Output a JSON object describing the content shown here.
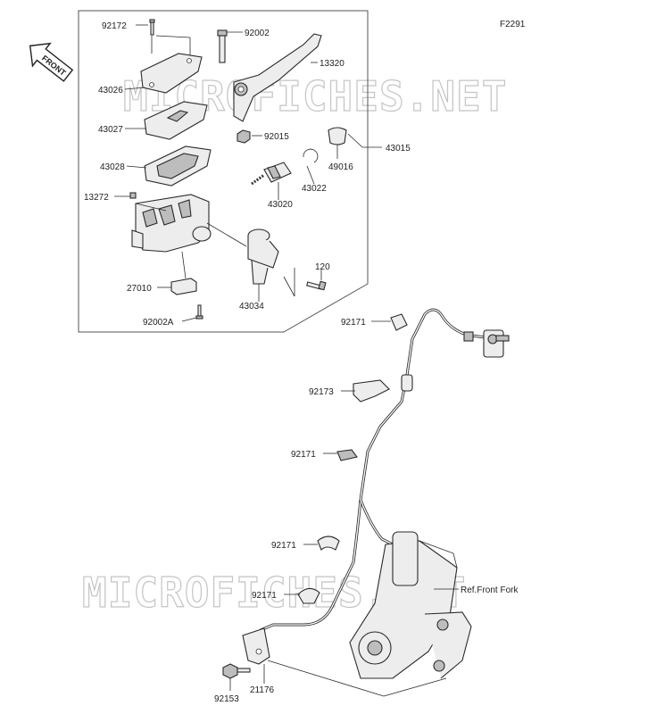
{
  "diagram_id": "F2291",
  "watermark": "MICROFICHES.NET",
  "front_badge": "FRONT",
  "labels": {
    "p92172": "92172",
    "p43026": "43026",
    "p43027": "43027",
    "p43028": "43028",
    "p13272": "13272",
    "p27010": "27010",
    "p92002A": "92002A",
    "p92002": "92002",
    "p13320": "13320",
    "p92015": "92015",
    "p43015": "43015",
    "p49016": "49016",
    "p43022": "43022",
    "p43020": "43020",
    "p120": "120",
    "p43034": "43034",
    "p92171_a": "92171",
    "p92173": "92173",
    "p92171_b": "92171",
    "p92171_c": "92171",
    "p92171_d": "92171",
    "ref_front_fork": "Ref.Front Fork",
    "p92153": "92153",
    "p21176": "21176"
  }
}
